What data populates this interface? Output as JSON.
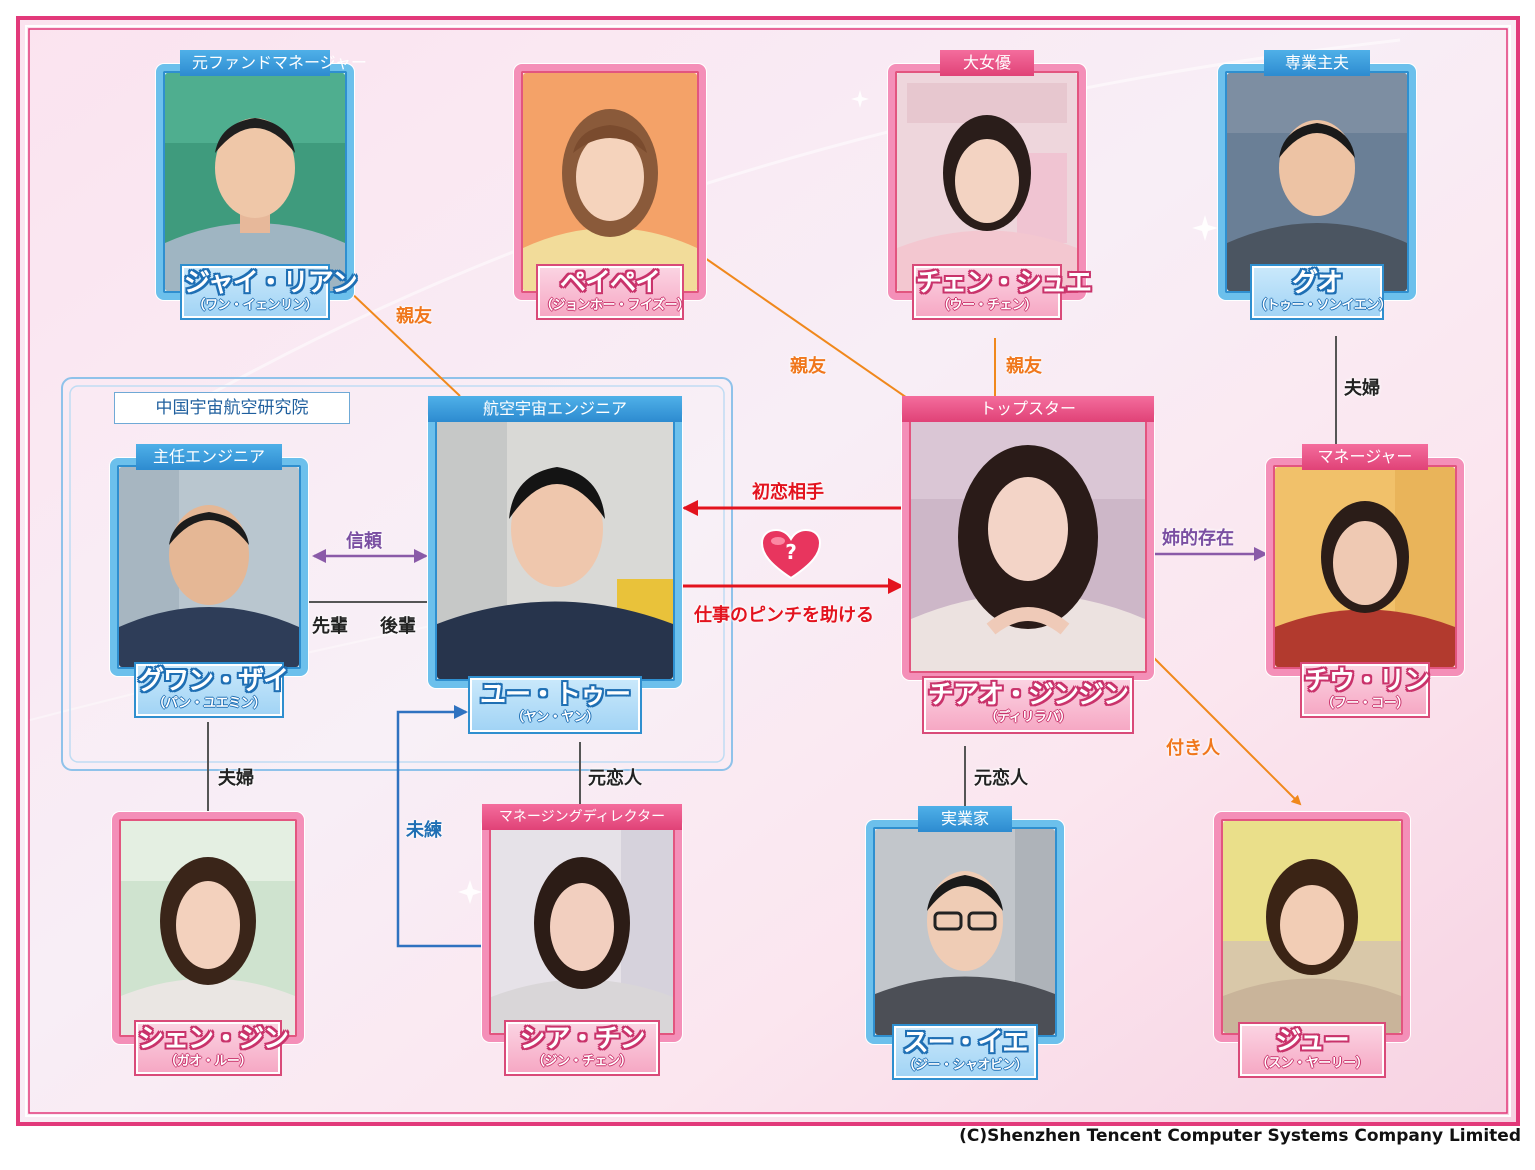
{
  "group": {
    "title": "中国宇宙航空研究院"
  },
  "copyright": "(C)Shenzhen Tencent Computer Systems Company Limited",
  "colors": {
    "frame_pink": "#e2397a",
    "blue": "#2f8fcf",
    "pink": "#e2557f",
    "orange": "#f0881c",
    "red": "#e3131e",
    "purple": "#8a5aa8"
  },
  "characters": {
    "zhai": {
      "role": "元ファンドマネージャー",
      "name": "ジャイ・リアン",
      "actor": "（ワン・イェンリン）"
    },
    "peipei": {
      "role": "",
      "name": "ペイペイ",
      "actor": "（ジョンホー・フイズー）"
    },
    "chenxue": {
      "role": "大女優",
      "name": "チェン・シュエ",
      "actor": "（ウー・チェン）"
    },
    "guo": {
      "role": "専業主夫",
      "name": "グオ",
      "actor": "（トゥー・ソンイエン）"
    },
    "guan": {
      "role": "主任エンジニア",
      "name": "グワン・ザイ",
      "actor": "（パン・ユエミン）"
    },
    "yutu": {
      "role": "航空宇宙エンジニア",
      "name": "ユー・トゥー",
      "actor": "（ヤン・ヤン）"
    },
    "jingjing": {
      "role": "トップスター",
      "name": "チアオ・ジンジン",
      "actor": "（ディリラバ）"
    },
    "zhoulin": {
      "role": "マネージャー",
      "name": "チウ・リン",
      "actor": "（フー・コー）"
    },
    "shenjing": {
      "role": "",
      "name": "シェン・ジン",
      "actor": "（ガオ・ルー）"
    },
    "xiaqin": {
      "role": "マネージングディレクター",
      "name": "シア・チン",
      "actor": "（ジン・チェン）"
    },
    "suye": {
      "role": "実業家",
      "name": "スー・イエ",
      "actor": "（ジー・シャオビン）"
    },
    "ju": {
      "role": "",
      "name": "ジュー",
      "actor": "（スン・ヤーリー）"
    }
  },
  "relations": {
    "zhai_yutu": "親友",
    "peipei_jingjing": "親友",
    "chenxue_jingjing": "親友",
    "guo_zhoulin": "夫婦",
    "guan_yutu": "信頼",
    "senpai": "先輩",
    "kouhai": "後輩",
    "jingjing_yutu": "初恋相手",
    "yutu_jingjing": "仕事のピンチを助ける",
    "jingjing_zhoulin": "姉的存在",
    "jingjing_ju": "付き人",
    "guan_shenjing": "夫婦",
    "yutu_xiaqin": "元恋人",
    "xiaqin_yutu": "未練",
    "jingjing_suye": "元恋人"
  },
  "heart_symbol": "?"
}
